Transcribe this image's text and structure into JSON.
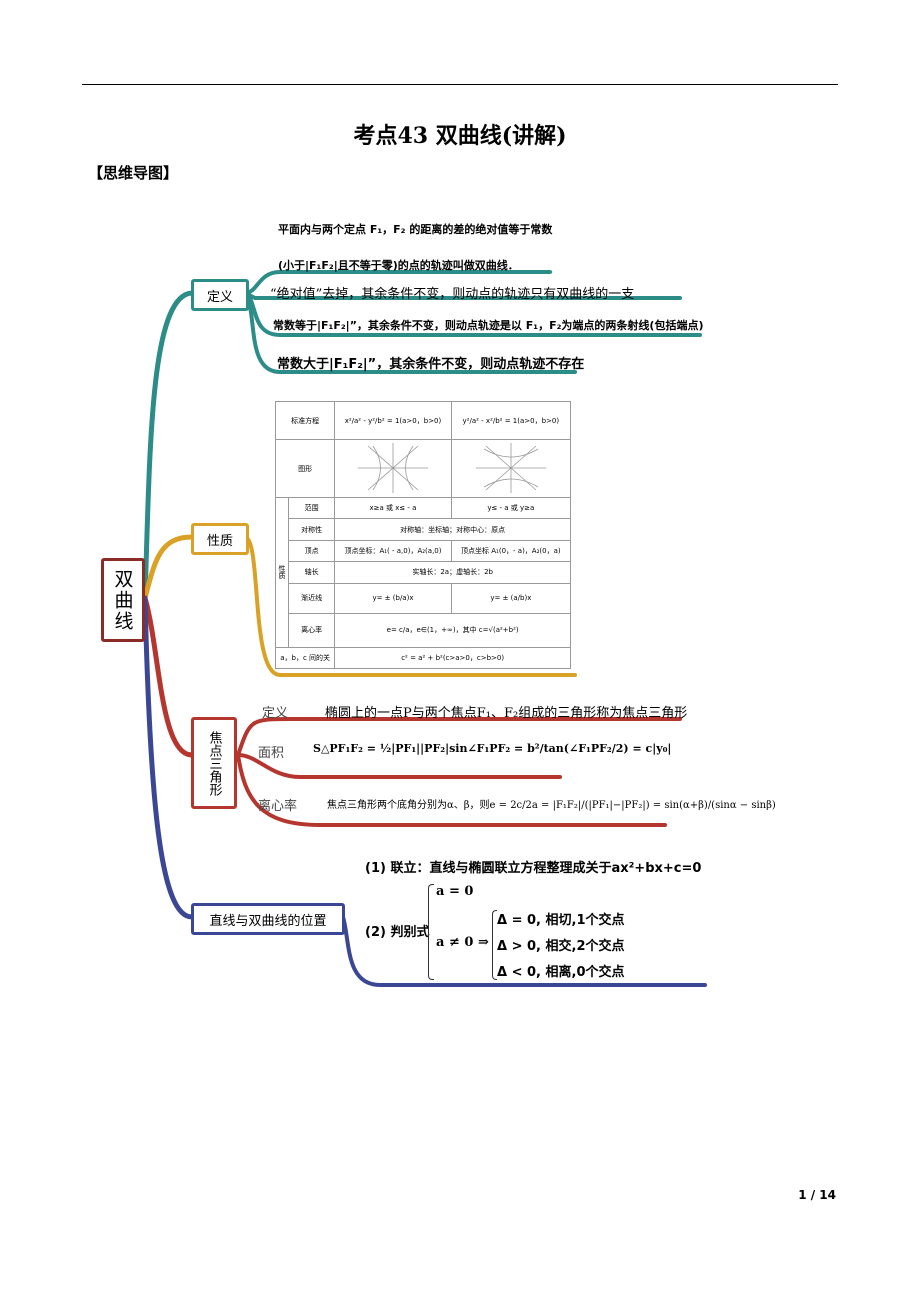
{
  "header": {
    "title": "考点43  双曲线(讲解)",
    "section": "【思维导图】"
  },
  "colors": {
    "definition": "#2c8c88",
    "property": "#d9a125",
    "focal": "#b5352f",
    "line": "#3b4795",
    "root": "#8a2b26"
  },
  "root": {
    "label": "双曲线"
  },
  "definition": {
    "label": "定义",
    "items": [
      "平面内与两个定点 F₁，F₂ 的距离的差的绝对值等于常数",
      "(小于|F₁F₂|且不等于零)的点的轨迹叫做双曲线．",
      "“绝对值”去掉，其余条件不变，则动点的轨迹只有双曲线的一支",
      "常数等于|F₁F₂|”，其余条件不变，则动点轨迹是以 F₁，F₂为端点的两条射线(包括端点)",
      "常数大于|F₁F₂|”，其余条件不变，则动点轨迹不存在"
    ]
  },
  "property": {
    "label": "性质",
    "table": {
      "std_label": "标准方程",
      "std1": "x²/a² - y²/b² = 1(a>0，b>0)",
      "std2": "y²/a² - x²/b² = 1(a>0，b>0)",
      "graph_label": "图形",
      "group_label": "性质",
      "rows": [
        {
          "label": "范围",
          "c1": "x≥a 或 x≤ - a",
          "c2": "y≤ - a 或 y≥a"
        },
        {
          "label": "对称性",
          "span": "对称轴：坐标轴；对称中心：原点"
        },
        {
          "label": "顶点",
          "c1": "顶点坐标：A₁( - a,0)，A₂(a,0)",
          "c2": "顶点坐标 A₁(0，- a)，A₂(0，a)"
        },
        {
          "label": "轴长",
          "span": "实轴长：2a；虚轴长：2b"
        },
        {
          "label": "渐近线",
          "c1": "y= ± (b/a)x",
          "c2": "y= ± (a/b)x"
        },
        {
          "label": "离心率",
          "span": "e= c/a，e∈(1，+∞)，其中 c=√(a²+b²)"
        }
      ],
      "abc_label": "a，b，c 间的关",
      "abc": "c² = a² + b²(c>a>0，c>b>0)"
    }
  },
  "focal": {
    "label": "焦点三角形",
    "items": [
      {
        "label": "定义",
        "text": "椭圆上的一点P与两个焦点F₁、F₂组成的三角形称为焦点三角形"
      },
      {
        "label": "面积",
        "text": "S△PF₁F₂ = ½|PF₁||PF₂|sin∠F₁PF₂ = b²/tan(∠F₁PF₂/2) = c|y₀|"
      },
      {
        "label": "离心率",
        "text": "焦点三角形两个底角分别为α、β，则e = 2c/2a = |F₁F₂|/(|PF₁|−|PF₂|) = sin(α+β)/(sinα − sinβ)"
      }
    ]
  },
  "line": {
    "label": "直线与双曲线的位置",
    "step1": "(1) 联立：直线与椭圆联立方程整理成关于ax²+bx+c=0",
    "step2": "(2) 判别式",
    "a0": "a = 0",
    "aneq": "a ≠ 0 ⇒",
    "cases": [
      "Δ = 0, 相切,1个交点",
      "Δ > 0, 相交,2个交点",
      "Δ < 0,  相离,0个交点"
    ]
  },
  "footer": {
    "page": "1 / 14"
  }
}
